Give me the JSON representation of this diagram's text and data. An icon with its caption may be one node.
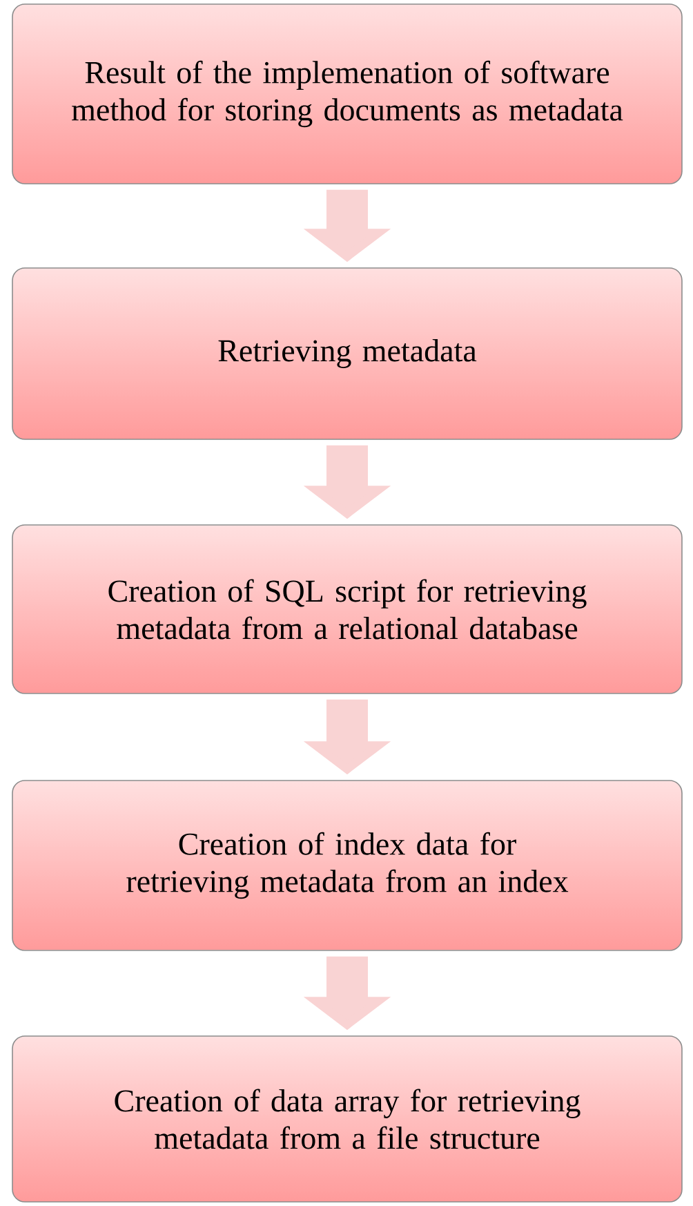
{
  "diagram": {
    "nodes": [
      {
        "text": [
          "Result of the implemenation of software method for storing documents as metadata"
        ]
      },
      {
        "text": [
          "Retrieving metadata"
        ]
      },
      {
        "text": [
          "Creation of SQL script for retrieving metadata from a relational database"
        ]
      },
      {
        "text": [
          "Creation of index data for retrieving metadata from an index"
        ]
      },
      {
        "text": [
          "Creation of data array for retrieving metadata from a file structure"
        ]
      }
    ],
    "edges": [
      {
        "from": 0,
        "to": 1,
        "arrow": "to"
      },
      {
        "from": 1,
        "to": 2,
        "arrow": "to"
      },
      {
        "from": 2,
        "to": 3,
        "arrow": "to"
      },
      {
        "from": 3,
        "to": 4,
        "arrow": "to"
      }
    ]
  }
}
